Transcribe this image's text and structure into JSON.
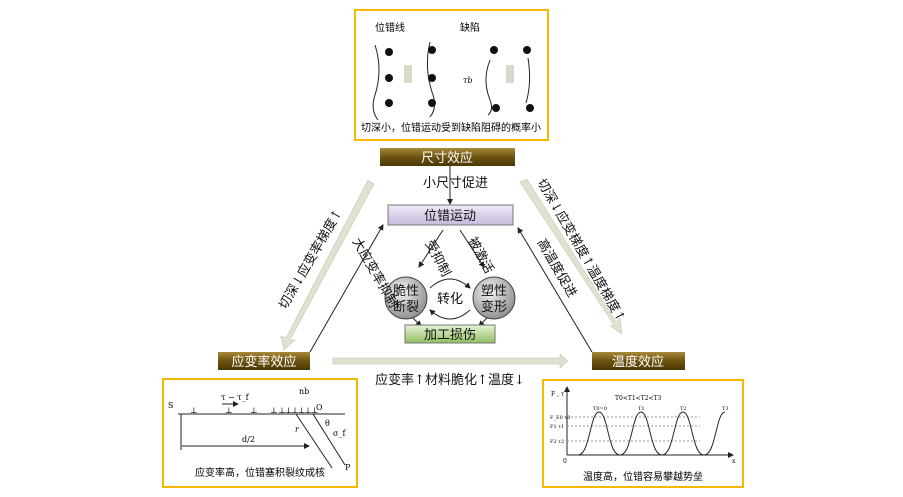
{
  "top_panel": {
    "label_dislocation": "位错线",
    "label_defect": "缺陷",
    "tau_b": "τb",
    "caption": "切深小，位错运动受到缺陷阻碍的概率小"
  },
  "nodes": {
    "size_effect": "尺寸效应",
    "strain_rate_effect": "应变率效应",
    "temperature_effect": "温度效应",
    "dislocation_motion": "位错运动",
    "brittle": [
      "脆性",
      "断裂"
    ],
    "plastic": [
      "塑性",
      "变形"
    ],
    "transform": "转化",
    "damage": "加工损伤"
  },
  "edges": {
    "small_size": "小尺寸促进",
    "suppressed": "受抑制",
    "activated": "被激活",
    "left_outer": "切深↓应变率梯度↑",
    "left_inner": "大应变率抑制",
    "right_outer": "切深↓应变梯度↑温度梯度↑",
    "right_inner": "高温度促进",
    "bottom": "应变率↑材料脆化↑温度↓"
  },
  "left_panel": {
    "tau": "τ − τ_f",
    "nb": "nb",
    "S": "S",
    "O": "O",
    "d2": "d/2",
    "r": "r",
    "theta": "θ",
    "sigma": "σ_f",
    "P": "P",
    "caption": "应变率高，位错塞积裂纹成核"
  },
  "right_panel": {
    "yaxis": "F , τ",
    "xaxis": "x",
    "origin": "0",
    "legend": "T0<T1<T2<T3",
    "t0": "T0=0",
    "t1": "T1",
    "t2": "T2",
    "t3": "T3",
    "y1": "F_E0 τ0",
    "y2": "F1 τ1",
    "y3": "F2 τ2",
    "caption": "温度高，位错容易攀越势垒"
  },
  "colors": {
    "frame": "#f5b800",
    "brown": "#6b5210",
    "lavender": "#d9d0ea",
    "green": "#a8cf80",
    "arrow_band": "#dfe2cf"
  }
}
